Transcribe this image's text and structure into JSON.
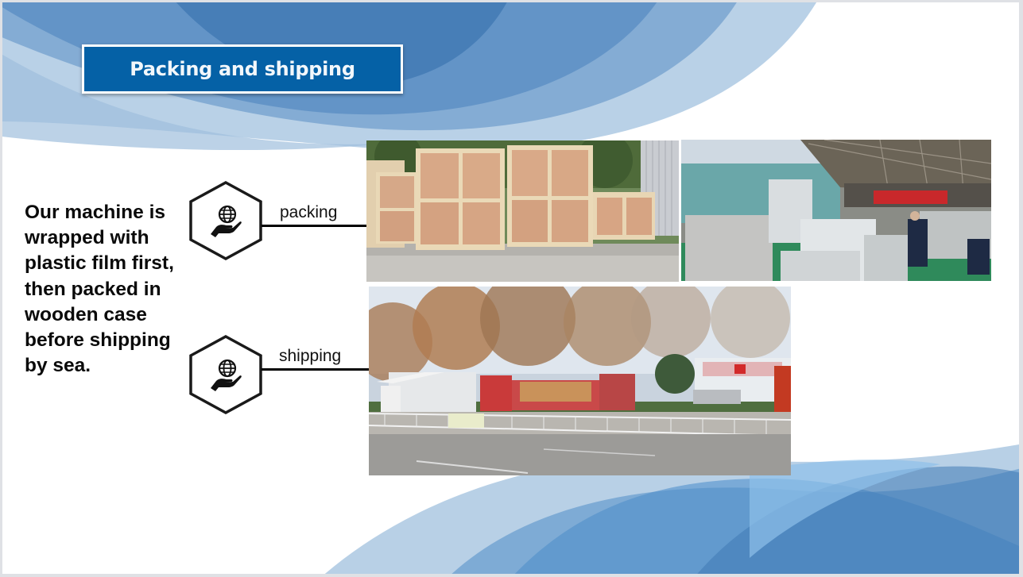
{
  "slide": {
    "title": "Packing and shipping",
    "body_text": "Our machine is wrapped with plastic film first, then packed in wooden case before shipping by sea.",
    "body_lines": [
      "Our machine is",
      "wrapped with",
      "plastic film first,",
      "then packed in",
      "wooden case",
      "before shipping",
      "by sea."
    ],
    "steps": [
      {
        "label": "packing",
        "icon": "globe-in-hand-icon"
      },
      {
        "label": "shipping",
        "icon": "globe-in-hand-icon"
      }
    ],
    "photos": [
      {
        "name": "wooden-crates-photo",
        "description": "Wooden shipping crates on pallets outdoors"
      },
      {
        "name": "factory-floor-photo",
        "description": "Machines wrapped in plastic film inside factory with red banner"
      },
      {
        "name": "trucks-loading-photo",
        "description": "Trucks loaded with wooden cases parked on roadside"
      }
    ],
    "colors": {
      "title_bg": "#0561a6",
      "title_text": "#f2f7fb",
      "wave_dark": "#3f7ab4",
      "wave_light": "#a9c6e0"
    }
  }
}
